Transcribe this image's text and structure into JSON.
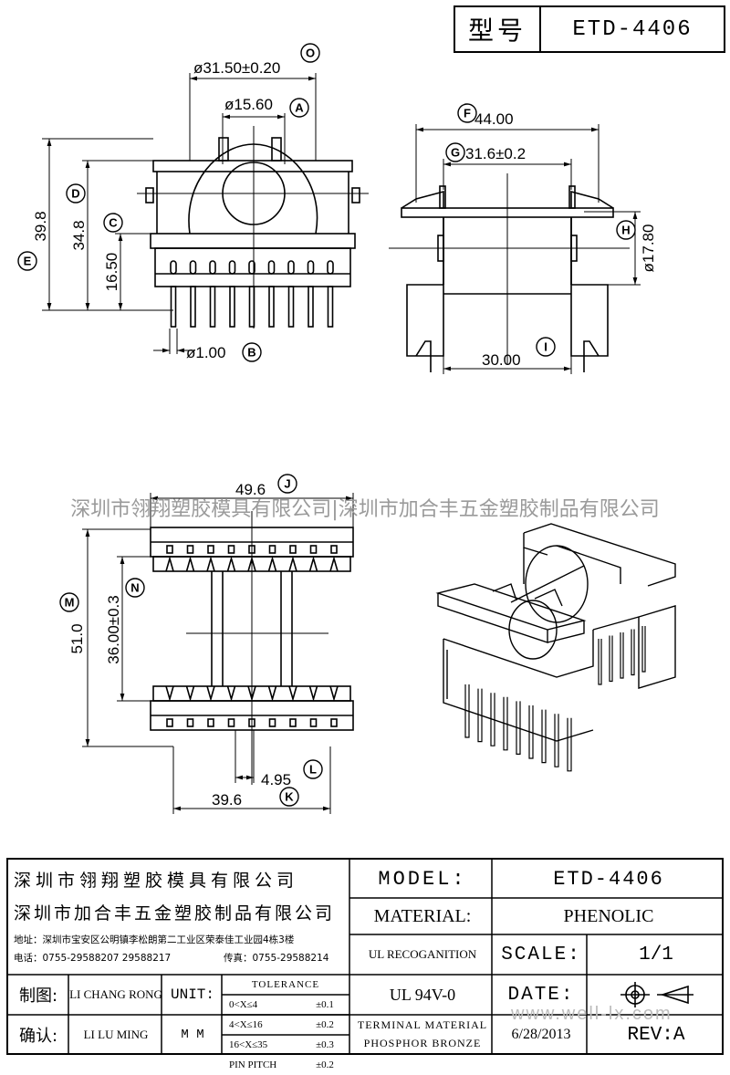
{
  "header": {
    "label": "型号",
    "model": "ETD-4406"
  },
  "watermark": "深圳市翎翔塑胶模具有限公司|深圳市加合丰五金塑胶制品有限公司",
  "site_watermark": "www.well-lx.com",
  "dims": {
    "O": "ø31.50±0.20",
    "A": "ø15.60",
    "D": "39.8",
    "E": "34.8",
    "C": "16.50",
    "B": "ø1.00",
    "F": "44.00",
    "G": "31.6±0.2",
    "H": "ø17.80",
    "I": "30.00",
    "J": "49.6",
    "M": "51.0",
    "N": "36.00±0.3",
    "L": "4.95",
    "K": "39.6"
  },
  "letters": {
    "O": "O",
    "A": "A",
    "D": "D",
    "E": "E",
    "C": "C",
    "B": "B",
    "F": "F",
    "G": "G",
    "H": "H",
    "I": "I",
    "J": "J",
    "M": "M",
    "N": "N",
    "L": "L",
    "K": "K"
  },
  "title_block": {
    "company1": "深圳市翎翔塑胶模具有限公司",
    "company2": "深圳市加合丰五金塑胶制品有限公司",
    "address": "地址：深圳市宝安区公明镇李松朗第二工业区荣泰佳工业园4栋3楼",
    "phone": "电话：0755-29588207  29588217",
    "fax": "传真：0755-29588214",
    "model_label": "MODEL:",
    "model_value": "ETD-4406",
    "material_label": "MATERIAL:",
    "material_value": "PHENOLIC",
    "ul_label": "UL RECOGANITION",
    "ul_value": "UL 94V-0",
    "scale_label": "SCALE:",
    "scale_value": "1/1",
    "date_label": "DATE:",
    "date_value": "6/28/2013",
    "rev_label": "REV:A",
    "terminal1": "TERMINAL MATERIAL",
    "terminal2": "PHOSPHOR  BRONZE",
    "draw_label": "制图:",
    "draw_name": "LI CHANG RONG",
    "check_label": "确认:",
    "check_name": "LI LU MING",
    "unit_label": "UNIT:",
    "unit_value": "M M",
    "tol_title": "TOLERANCE",
    "tol": [
      {
        "range": "0<X≤4",
        "val": "±0.1"
      },
      {
        "range": "4<X≤16",
        "val": "±0.2"
      },
      {
        "range": "16<X≤35",
        "val": "±0.3"
      },
      {
        "range": "PIN PITCH",
        "val": "±0.2"
      }
    ]
  }
}
